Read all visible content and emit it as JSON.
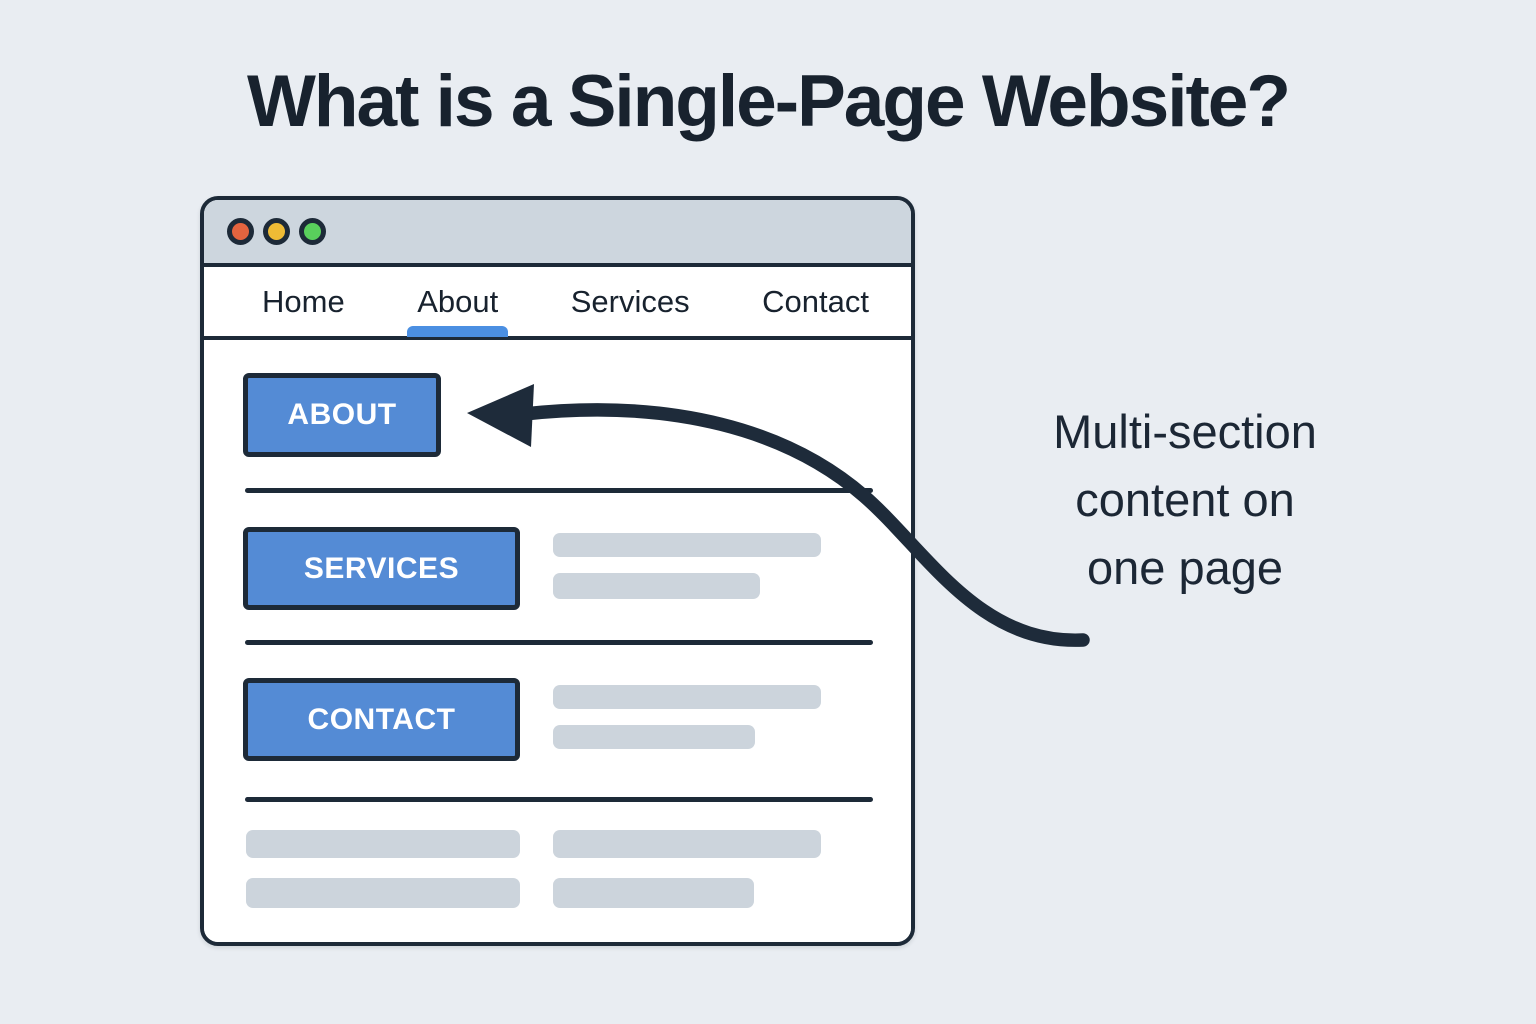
{
  "page": {
    "title": "What is a Single-Page Website?",
    "background_color": "#e9edf2",
    "ink_color": "#1d2a38"
  },
  "browser_window": {
    "window_controls": [
      {
        "name": "close",
        "color": "#e4643f"
      },
      {
        "name": "minimize",
        "color": "#eebb35"
      },
      {
        "name": "zoom",
        "color": "#59cf5c"
      }
    ],
    "titlebar_color": "#cdd6de",
    "nav": {
      "items": [
        {
          "label": "Home",
          "active": false
        },
        {
          "label": "About",
          "active": true
        },
        {
          "label": "Services",
          "active": false
        },
        {
          "label": "Contact",
          "active": false
        }
      ],
      "active_underline_color": "#4b8fe2"
    },
    "sections": [
      {
        "button_label": "ABOUT",
        "placeholder_bars": 0
      },
      {
        "button_label": "SERVICES",
        "placeholder_bars": 2
      },
      {
        "button_label": "CONTACT",
        "placeholder_bars": 2
      }
    ],
    "footer_placeholder_bars": 4,
    "button_color": "#548bd5",
    "placeholder_bar_color": "#ccd4dc"
  },
  "annotation": {
    "text": "Multi-section content on one page",
    "lines": [
      "Multi-section",
      "content on",
      "one page"
    ]
  }
}
